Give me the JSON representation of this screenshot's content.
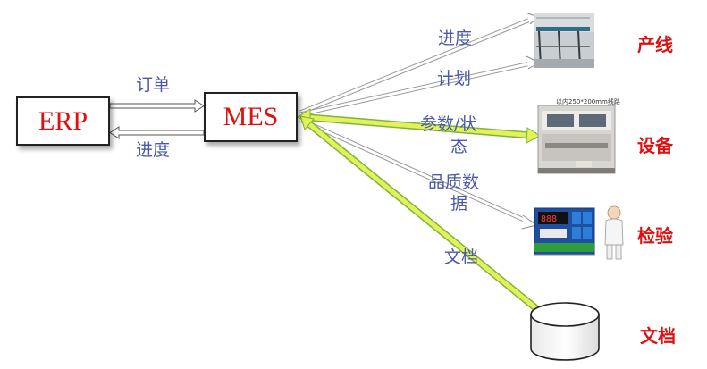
{
  "nodes": {
    "erp": "ERP",
    "mes": "MES"
  },
  "edges": {
    "order": "订单",
    "progress_left": "进度",
    "progress": "进度",
    "plan": "计划",
    "params_line1": "参数/状",
    "params_line2": "态",
    "quality_line1": "品质数",
    "quality_line2": "据",
    "docs": "文档"
  },
  "targets": {
    "line": "产线",
    "equipment": "设备",
    "inspection": "检验",
    "docs": "文档"
  },
  "machine_caption": "以内250*200mm线路",
  "colors": {
    "label_blue": "#4a5aa8",
    "target_red": "#e01010",
    "arrow_fill": "#e2f25a",
    "arrow_edge": "#7fb33c"
  }
}
